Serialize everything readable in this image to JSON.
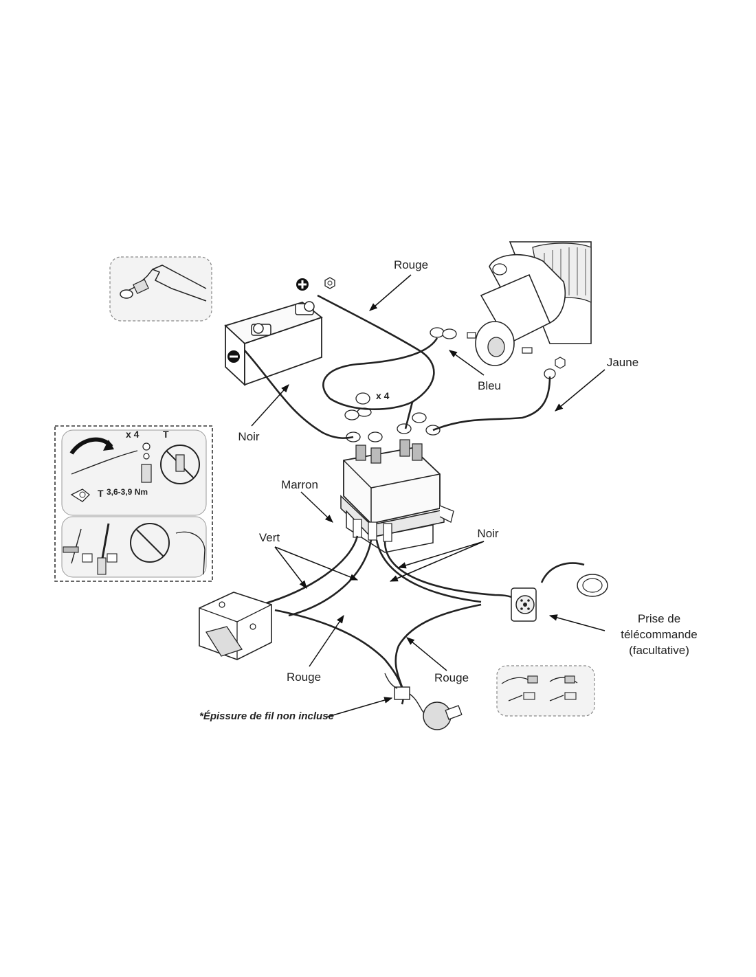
{
  "wire_labels": {
    "rouge_top": "Rouge",
    "bleu": "Bleu",
    "jaune": "Jaune",
    "noir_left": "Noir",
    "marron": "Marron",
    "vert": "Vert",
    "noir_right": "Noir",
    "rouge_bottom_left": "Rouge",
    "rouge_bottom_right": "Rouge"
  },
  "remote_socket": {
    "line1": "Prise de",
    "line2": "télécommande",
    "line3": "(facultative)"
  },
  "splice_note": "*Épissure de fil non incluse",
  "hardware": {
    "nut_count_main": "x 4",
    "nut_count_inset": "x 4",
    "torque_symbol": "T",
    "torque_value": "3,6-3,9 Nm"
  },
  "colors": {
    "line": "#222222",
    "panel_fill": "#f4f4f4",
    "frame_dash": "#333333"
  }
}
